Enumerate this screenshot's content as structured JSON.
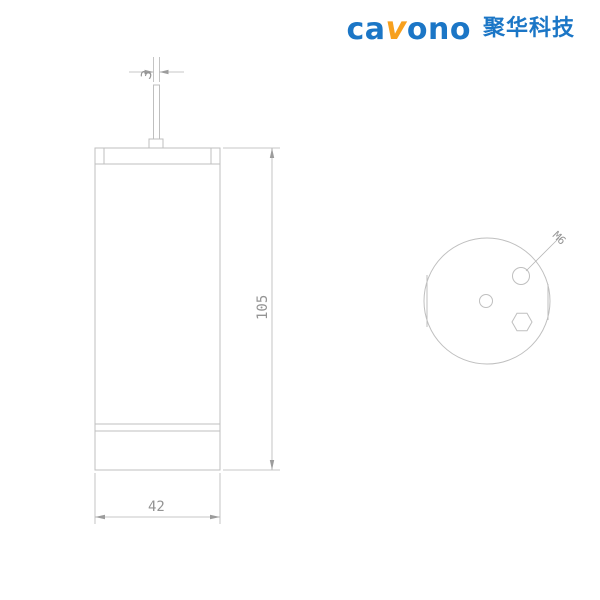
{
  "header": {
    "logo": {
      "word_part1": "ca",
      "word_part2": "v",
      "word_part3": "ono",
      "cn_text": "聚华科技",
      "blue": "#1b76c6",
      "orange": "#f7a01e"
    }
  },
  "front_view": {
    "dim_width_top": "3",
    "dim_height": "105",
    "dim_width_bottom": "42"
  },
  "top_view": {
    "thread_label": "M6"
  },
  "style": {
    "line_color": "#bfbfbf",
    "dim_text_color": "#949494",
    "background": "#ffffff"
  }
}
